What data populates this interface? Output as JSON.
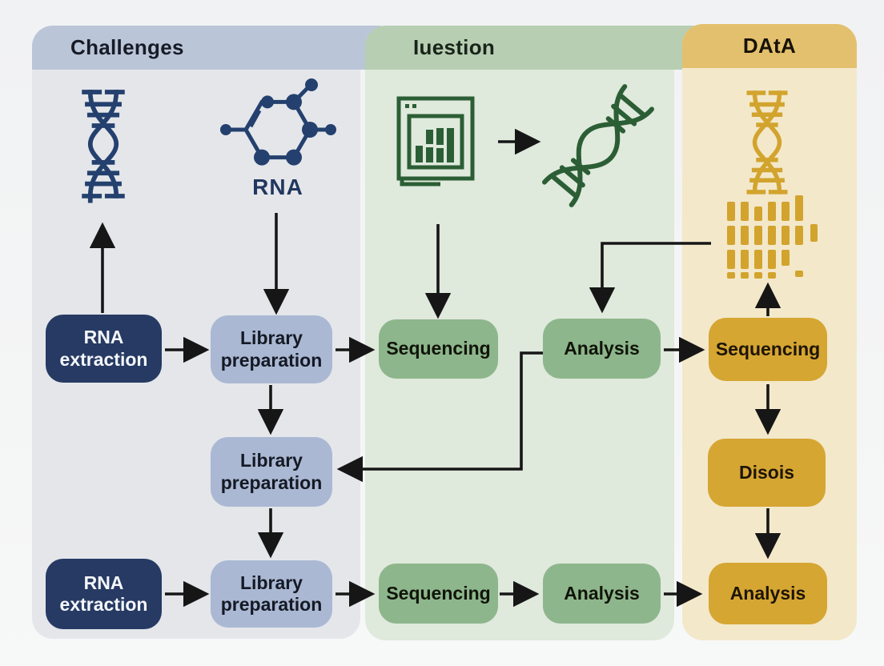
{
  "panels": [
    {
      "header": "Challenges"
    },
    {
      "header": "Iuestion"
    },
    {
      "header": "DAtA"
    }
  ],
  "nodes": [
    {
      "label": "RNA extraction"
    },
    {
      "label": "Library preparation"
    },
    {
      "label": "Sequencing"
    },
    {
      "label": "Analysis"
    },
    {
      "label": "Sequencing"
    },
    {
      "label": "Library preparation"
    },
    {
      "label": "Disois"
    },
    {
      "label": "RNA extraction"
    },
    {
      "label": "Library preparation"
    },
    {
      "label": "Sequencing"
    },
    {
      "label": "Analysis"
    },
    {
      "label": "Analysis"
    }
  ],
  "icons": {
    "rna_label": "RNA",
    "names": [
      "dna-helix-icon",
      "rna-molecule-icon",
      "chart-window-icon",
      "diagonal-helix-icon",
      "gold-helix-icon",
      "sequence-reads-icon"
    ]
  },
  "colors": {
    "panel1_header": "#bbc5d8",
    "panel1_body": "#e4e6ea",
    "panel2_header": "#b7ceb2",
    "panel2_body": "#dfe9dc",
    "panel3_header": "#e3c06d",
    "panel3_body": "#f3e8ca",
    "node_navy": "#263a63",
    "node_blue": "#aab8d3",
    "node_green": "#8eb68c",
    "node_gold": "#d6a633",
    "icon_navy": "#24406e",
    "icon_green": "#2c5e35",
    "icon_gold": "#d2a42e",
    "arrow": "#161616"
  }
}
